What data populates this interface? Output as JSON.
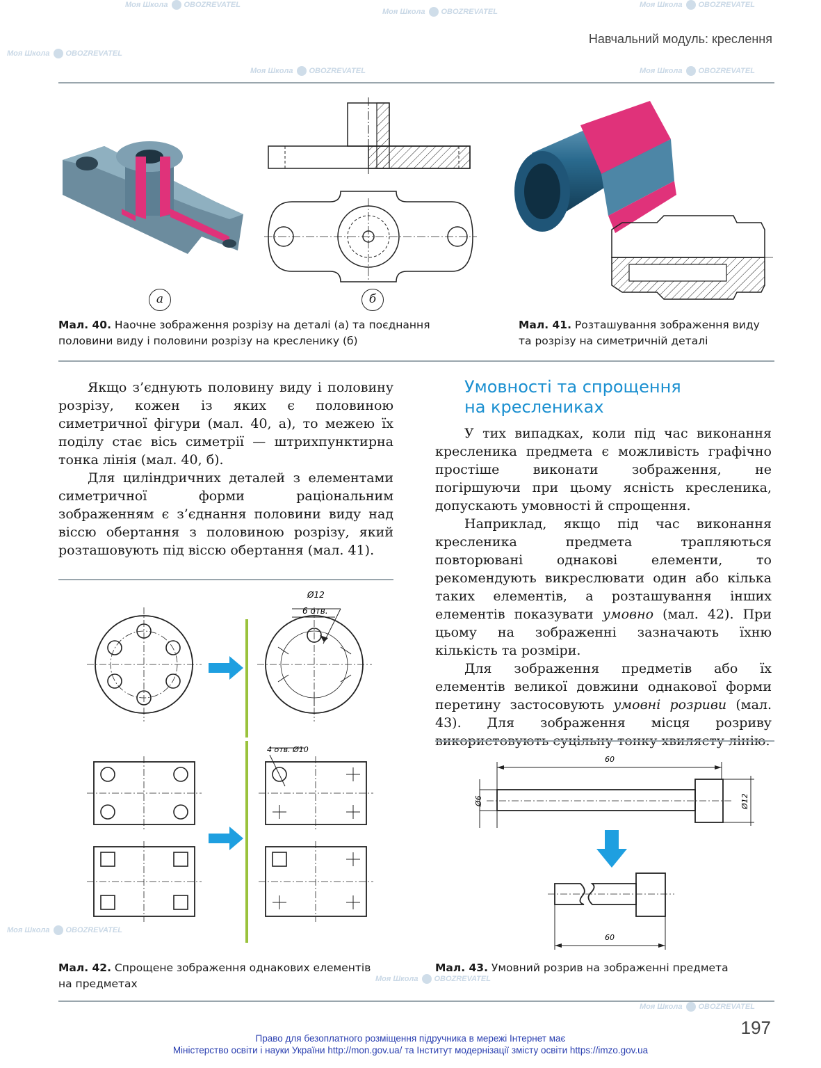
{
  "header": {
    "module_title": "Навчальний модуль: креслення"
  },
  "watermark": {
    "brand_1": "Моя Школа",
    "brand_2": "OBOZREVATEL"
  },
  "fig40": {
    "label_a": "а",
    "label_b": "б",
    "caption_bold": "Мал. 40.",
    "caption_text": " Наочне зображення розрізу на деталі (а) та поєднання половини виду і половини розрізу на кресленику (б)"
  },
  "fig41": {
    "caption_bold": "Мал. 41.",
    "caption_text": " Розташування зображення виду та розрізу на симетричній деталі"
  },
  "left_text": {
    "p1": "Якщо з’єднують половину виду і половину розрізу, кожен із яких є половиною симетричної фігури (мал. 40, а), то межею їх поділу стає вісь симетрії — штрихпунктирна тонка лінія (мал. 40, б).",
    "p2": "Для циліндричних деталей з елементами симетричної форми раціональним зображенням є з’єднання половини виду над віссю обертання з половиною розрізу, який розташовують під віссю обертання (мал. 41)."
  },
  "section": {
    "title_line1": "Умовності та спрощення",
    "title_line2": "на креслениках",
    "p1": "У тих випадках, коли під час виконання кресленика предмета є можливість графічно простіше виконати зображення, не погіршуючи при цьому ясність кресленика, допускають умовності й спрощення.",
    "p2_a": "Наприклад, якщо під час виконання кресленика предмета трапляються повторювані однакові елементи, то рекомендують викреслювати один або кілька таких елементів, а розташування інших елементів показувати ",
    "p2_em": "умовно",
    "p2_b": " (мал. 42). При цьому на зображенні зазначають їхню кількість та розміри.",
    "p3_a": "Для зображення предметів або їх елементів великої довжини однакової форми перетину застосовують ",
    "p3_em": "умовні розриви",
    "p3_b": " (мал. 43). Для зображення місця розриву використовують суцільну тонку хвилясту лінію."
  },
  "fig42": {
    "dim_d12": "Ø12",
    "dim_6holes": "6 отв.",
    "dim_4holes": "4 отв. Ø10",
    "caption_bold": "Мал. 42.",
    "caption_text": " Спрощене зображення однакових елементів на предметах"
  },
  "fig43": {
    "dim_60_top": "60",
    "dim_d6": "Ø6",
    "dim_d12": "Ø12",
    "dim_60_bottom": "60",
    "caption_bold": "Мал. 43.",
    "caption_text": " Умовний розрив на зображенні предмета"
  },
  "page_number": "197",
  "footer": {
    "line1": "Право для безоплатного розміщення підручника в мережі Інтернет має",
    "line2": "Міністерство освіти і науки України http://mon.gov.ua/ та Інститут модернізації змісту освіти https://imzo.gov.ua"
  },
  "colors": {
    "accent_blue": "#1a8fd0",
    "section_pink": "#e0327a",
    "steel": "#5d7f93",
    "arrow_blue": "#1e9fe0",
    "green_bar": "#9ac23c",
    "footer_blue": "#2a3fb0"
  }
}
